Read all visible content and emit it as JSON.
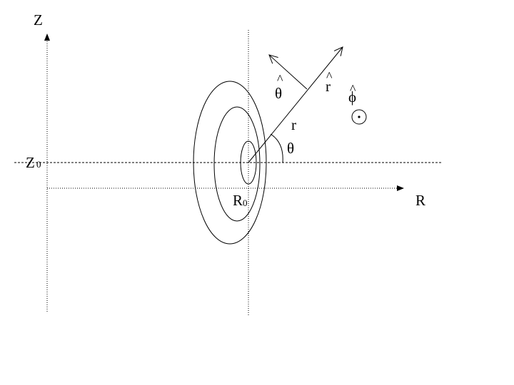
{
  "labels": {
    "z_axis": "Z",
    "r_axis": "R",
    "z0_main": "Z",
    "z0_sub": "0",
    "r0_main": "R",
    "r0_sub": "0",
    "r_vector": "r",
    "theta_angle": "θ",
    "theta_hat": "θ",
    "r_hat": "r",
    "phi_hat": "ϕ",
    "hat_mark": "^"
  },
  "colors": {
    "stroke": "#000000",
    "background": "#ffffff"
  }
}
